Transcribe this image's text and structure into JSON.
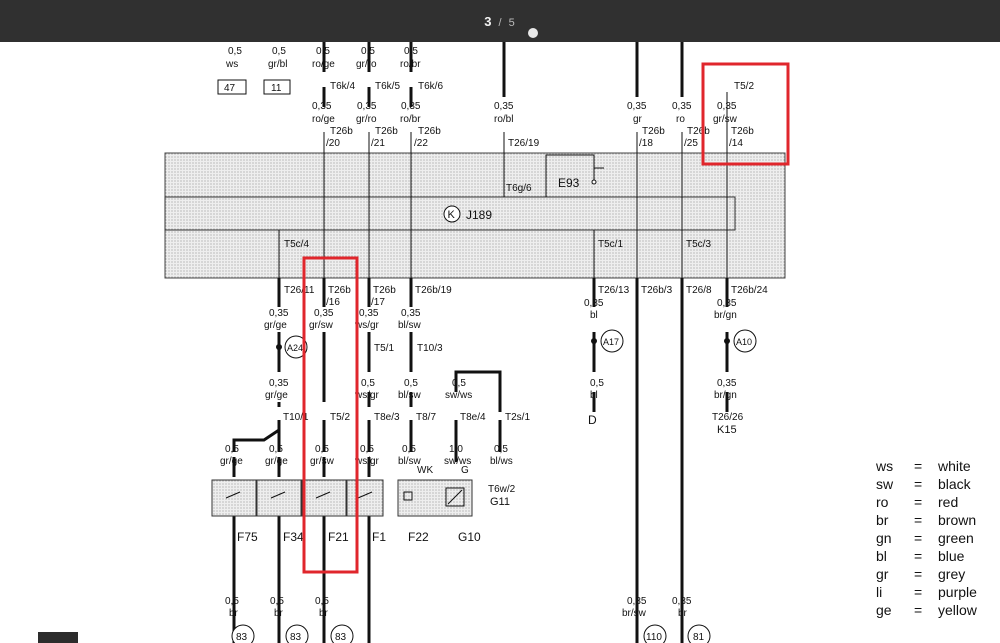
{
  "viewer": {
    "current_page": "3",
    "separator": "/",
    "total_pages": "5"
  },
  "diagram": {
    "control_unit_label": "J189",
    "e93_label": "E93",
    "top_wires": [
      {
        "size": "0,5",
        "color": "ws",
        "ref": "47"
      },
      {
        "size": "0,5",
        "color": "gr/bl",
        "ref": "11"
      },
      {
        "size": "0,5",
        "color": "ro/ge",
        "conn": "T6k/4",
        "size2": "0,35",
        "color2": "ro/ge",
        "pin": "T26b",
        "pin2": "/20"
      },
      {
        "size": "0,5",
        "color": "gr/ro",
        "conn": "T6k/5",
        "size2": "0,35",
        "color2": "gr/ro",
        "pin": "T26b",
        "pin2": "/21"
      },
      {
        "size": "0,5",
        "color": "ro/br",
        "conn": "T6k/6",
        "size2": "0,35",
        "color2": "ro/br",
        "pin": "T26b",
        "pin2": "/22"
      },
      {
        "size": "0,35",
        "color": "ro/bl",
        "pin": "T26/19"
      },
      {
        "size": "0,35",
        "color": "gr",
        "pin": "T26b",
        "pin2": "/18"
      },
      {
        "size": "0,35",
        "color": "ro",
        "pin": "T26b",
        "pin2": "/25"
      },
      {
        "size": "0,35",
        "color": "gr/sw",
        "conn": "T5/2",
        "pin": "T26b",
        "pin2": "/14"
      }
    ],
    "inner_labels": [
      "T6g/6",
      "T5c/4",
      "T5c/1",
      "T5c/3"
    ],
    "bottom_pins": [
      "T26/11",
      "T26b",
      "/16",
      "T26b",
      "/17",
      "T26b/19",
      "T26/13",
      "T26b/3",
      "T26/8",
      "T26b/24"
    ],
    "mid_wires": [
      {
        "size": "0,35",
        "color": "gr/ge"
      },
      {
        "size": "0,35",
        "color": "gr/sw"
      },
      {
        "size": "0,35",
        "color": "ws/gr"
      },
      {
        "size": "0,35",
        "color": "bl/sw"
      },
      {
        "size": "0,35",
        "color": "bl"
      },
      {
        "size": "0,35",
        "color": "br/gn"
      }
    ],
    "splice_labels": [
      "A24",
      "A17",
      "A10"
    ],
    "connector_labels": [
      "T5/1",
      "T10/3",
      "T10/1",
      "T5/2",
      "T8e/3",
      "T8/7",
      "T8e/4",
      "T2s/1"
    ],
    "lower_wires": [
      {
        "size": "0,35",
        "color": "gr/ge"
      },
      {
        "size": "0,5",
        "color": "ws/gr"
      },
      {
        "size": "0,5",
        "color": "bl/sw"
      },
      {
        "size": "0,5",
        "color": "sw/ws"
      },
      {
        "size": "0,5",
        "color": "bl"
      },
      {
        "size": "0,35",
        "color": "br/gn"
      }
    ],
    "sensor_wires": [
      {
        "size": "0,5",
        "color": "gr/ge"
      },
      {
        "size": "0,5",
        "color": "gr/ge"
      },
      {
        "size": "0,5",
        "color": "gr/sw"
      },
      {
        "size": "0,5",
        "color": "ws/gr"
      },
      {
        "size": "0,5",
        "color": "bl/sw",
        "tag": "WK"
      },
      {
        "size": "1,0",
        "color": "sw/ws",
        "tag": "G"
      },
      {
        "size": "0,5",
        "color": "bl/ws"
      }
    ],
    "right_labels": {
      "d": "D",
      "t26_26": "T26/26",
      "k15": "K15",
      "t6w_2": "T6w/2",
      "g11": "G11"
    },
    "components": [
      "F75",
      "F34",
      "F21",
      "F1",
      "F22",
      "G10"
    ],
    "bottom_refs": [
      {
        "size": "0,5",
        "color": "br",
        "ref": "83"
      },
      {
        "size": "0,5",
        "color": "br",
        "ref": "83"
      },
      {
        "size": "0,5",
        "color": "br",
        "ref": "83"
      },
      {
        "size": "0,35",
        "color": "br/sw",
        "ref": "110"
      },
      {
        "size": "0,35",
        "color": "br",
        "ref": "81"
      }
    ],
    "highlight_color": "#e0262c"
  },
  "legend": [
    {
      "code": "ws",
      "eq": "=",
      "name": "white"
    },
    {
      "code": "sw",
      "eq": "=",
      "name": "black"
    },
    {
      "code": "ro",
      "eq": "=",
      "name": "red"
    },
    {
      "code": "br",
      "eq": "=",
      "name": "brown"
    },
    {
      "code": "gn",
      "eq": "=",
      "name": "green"
    },
    {
      "code": "bl",
      "eq": "=",
      "name": "blue"
    },
    {
      "code": "gr",
      "eq": "=",
      "name": "grey"
    },
    {
      "code": "li",
      "eq": "=",
      "name": "purple"
    },
    {
      "code": "ge",
      "eq": "=",
      "name": "yellow"
    }
  ]
}
